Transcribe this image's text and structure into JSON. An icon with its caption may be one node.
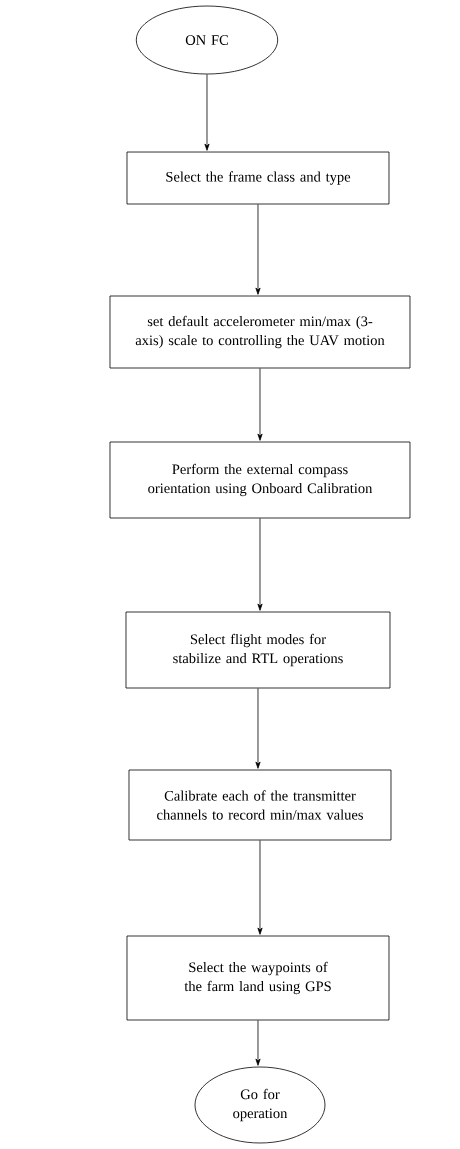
{
  "diagram": {
    "nodes": [
      {
        "text": [
          "ON FC"
        ]
      },
      {
        "text": [
          "Select the frame class and type"
        ]
      },
      {
        "text": [
          "set default accelerometer min/max (3-axis) scale to controlling the UAV motion"
        ]
      },
      {
        "text": [
          "Perform the external compass orientation using Onboard Calibration"
        ]
      },
      {
        "text": [
          "Select flight modes for stabilize and RTL operations"
        ]
      },
      {
        "text": [
          "Calibrate each of the transmitter channels to record min/max values"
        ]
      },
      {
        "text": [
          "Select the waypoints of the farm land using GPS"
        ]
      },
      {
        "text": [
          "Go for operation"
        ]
      }
    ],
    "edges": [
      {
        "from": 0,
        "to": 1,
        "arrow": "to"
      },
      {
        "from": 1,
        "to": 2,
        "arrow": "to"
      },
      {
        "from": 2,
        "to": 3,
        "arrow": "to"
      },
      {
        "from": 3,
        "to": 4,
        "arrow": "to"
      },
      {
        "from": 4,
        "to": 5,
        "arrow": "to"
      },
      {
        "from": 5,
        "to": 6,
        "arrow": "to"
      },
      {
        "from": 6,
        "to": 7,
        "arrow": "to"
      }
    ]
  }
}
